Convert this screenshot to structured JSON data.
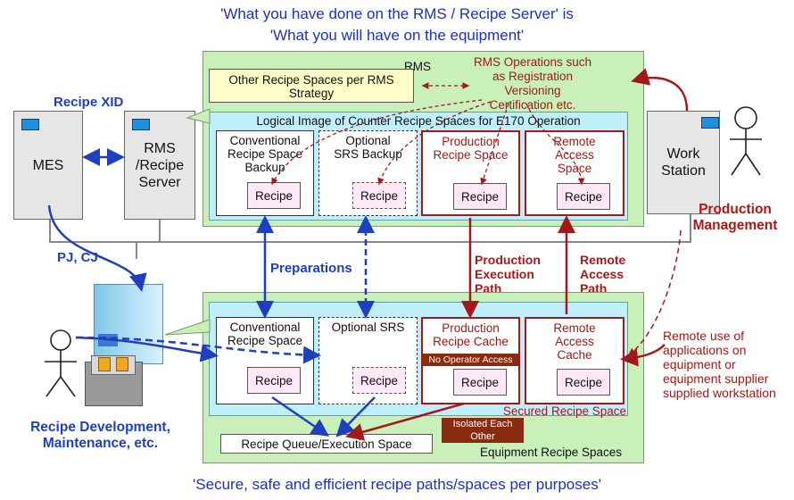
{
  "titles": {
    "top_line1": "'What you have done on the RMS / Recipe Server' is",
    "top_line2": "'What you will have on the equipment'",
    "bottom": "'Secure, safe and efficient recipe paths/spaces per purposes'"
  },
  "rms": {
    "label": "RMS",
    "other_spaces": "Other Recipe Spaces per RMS Strategy",
    "operations": "RMS Operations such as Registration Versioning Certification etc.",
    "logical_title": "Logical Image of Counter Recipe Spaces for E170 Operation",
    "spaces": [
      {
        "label": "Conventional Recipe Space Backup",
        "recipe": "Recipe"
      },
      {
        "label": "Optional SRS Backup",
        "recipe": "Recipe"
      },
      {
        "label": "Production Recipe Space",
        "recipe": "Recipe"
      },
      {
        "label": "Remote Access Space",
        "recipe": "Recipe"
      }
    ]
  },
  "devices": {
    "mes": "MES",
    "rms_server": "RMS /Recipe Server",
    "workstation": "Work Station"
  },
  "labels": {
    "recipe_xid": "Recipe XID",
    "pj_cj": "PJ, CJ",
    "preparations": "Preparations",
    "production_path": "Production Execution Path",
    "remote_path": "Remote Access Path",
    "production_mgmt": "Production Management",
    "remote_use": "Remote use of applications on equipment or equipment supplier supplied workstation",
    "recipe_dev": "Recipe Development, Maintenance, etc."
  },
  "equipment": {
    "label": "Equipment Recipe Spaces",
    "secured": "Secured Recipe Space",
    "queue": "Recipe Queue/Execution Space",
    "isolated": "Isolated Each Other",
    "no_operator": "No Operator Access",
    "spaces": [
      {
        "label": "Conventional Recipe Space",
        "recipe": "Recipe"
      },
      {
        "label": "Optional SRS",
        "recipe": "Recipe"
      },
      {
        "label": "Production Recipe Cache",
        "recipe": "Recipe"
      },
      {
        "label": "Remote Access Cache",
        "recipe": "Recipe"
      }
    ]
  },
  "colors": {
    "blue": "#1f3fbf",
    "red": "#a31818",
    "green_panel": "#c8f0b8",
    "cyan_panel": "#bfeffb",
    "recipe_fill": "#fde8f7"
  }
}
